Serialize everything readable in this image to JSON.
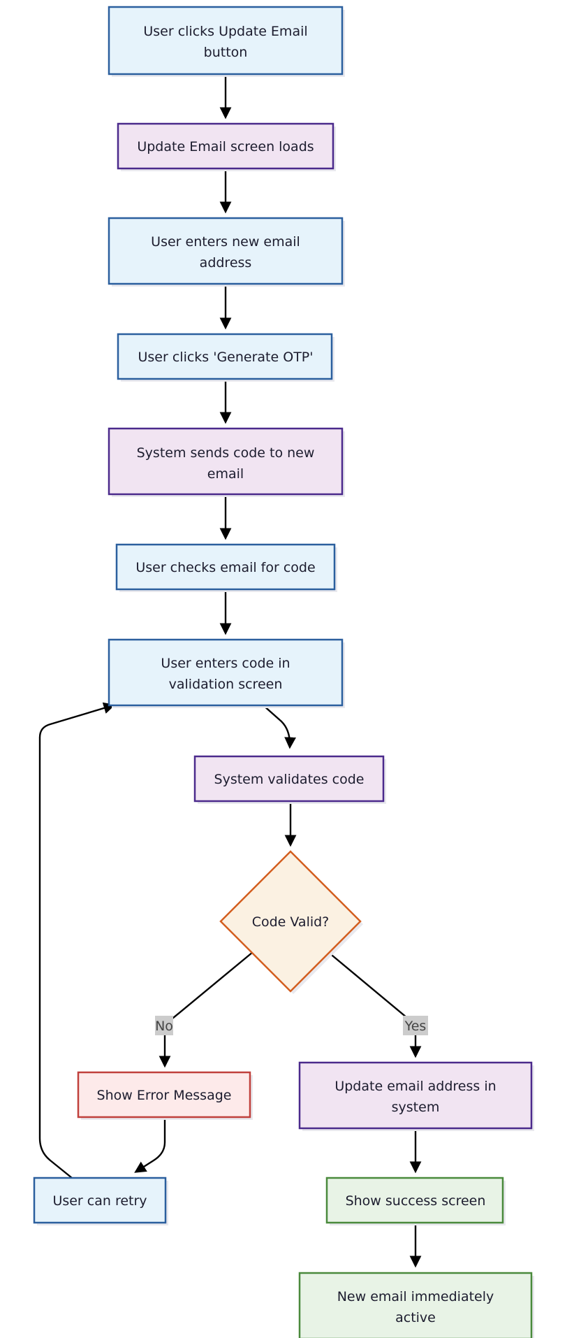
{
  "nodes": {
    "n1": {
      "lines": [
        "User clicks Update Email",
        "button"
      ]
    },
    "n2": {
      "lines": [
        "Update Email screen loads"
      ]
    },
    "n3": {
      "lines": [
        "User enters new email",
        "address"
      ]
    },
    "n4": {
      "lines": [
        "User clicks 'Generate OTP'"
      ]
    },
    "n5": {
      "lines": [
        "System sends code to new",
        "email"
      ]
    },
    "n6": {
      "lines": [
        "User checks email for code"
      ]
    },
    "n7": {
      "lines": [
        "User enters code in",
        "validation screen"
      ]
    },
    "n8": {
      "lines": [
        "System validates code"
      ]
    },
    "n9": {
      "lines": [
        "Code Valid?"
      ]
    },
    "n10": {
      "lines": [
        "Show Error Message"
      ]
    },
    "n11": {
      "lines": [
        "User can retry"
      ]
    },
    "n12": {
      "lines": [
        "Update email address in",
        "system"
      ]
    },
    "n13": {
      "lines": [
        "Show success screen"
      ]
    },
    "n14": {
      "lines": [
        "New email immediately",
        "active"
      ]
    }
  },
  "edge_labels": {
    "no": "No",
    "yes": "Yes"
  },
  "colors": {
    "blue_fill": "#e6f3fb",
    "blue_stroke": "#2b5f9e",
    "purple_fill": "#f1e4f2",
    "purple_stroke": "#4b2a8c",
    "orange_fill": "#fbf1e2",
    "orange_stroke": "#d35e1f",
    "red_fill": "#fdeaea",
    "red_stroke": "#c0403c",
    "green_fill": "#e8f3e6",
    "green_stroke": "#4a8a3c"
  }
}
